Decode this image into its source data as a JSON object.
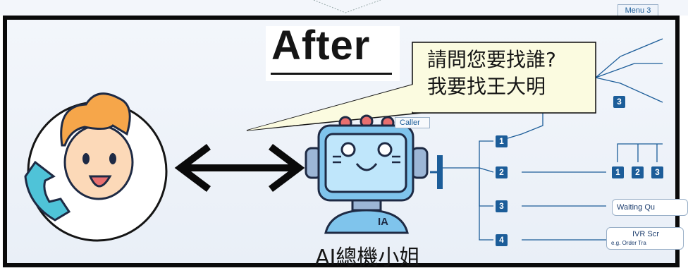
{
  "title": "After",
  "speech": {
    "line1": "請問您要找誰?",
    "line2": "我要找王大明"
  },
  "ai_label": "AI總機小姐",
  "robot_badge": "IA",
  "ivr": {
    "menu_label": "Menu 3",
    "caller_label": "Caller",
    "main_options": [
      "1",
      "2",
      "3",
      "4"
    ],
    "sub_options": [
      "1",
      "2",
      "3"
    ],
    "upper_option": "3",
    "waiting_label": "Waiting Qu",
    "ivr_label": "IVR Scr",
    "ivr_sublabel": "e.g. Order Tra"
  },
  "colors": {
    "ivr_blue": "#1c5d99",
    "robot_blue": "#7fc4ec",
    "face_skin": "#fcd9b8",
    "hair": "#f6a64a",
    "phone": "#4fc3d8"
  }
}
